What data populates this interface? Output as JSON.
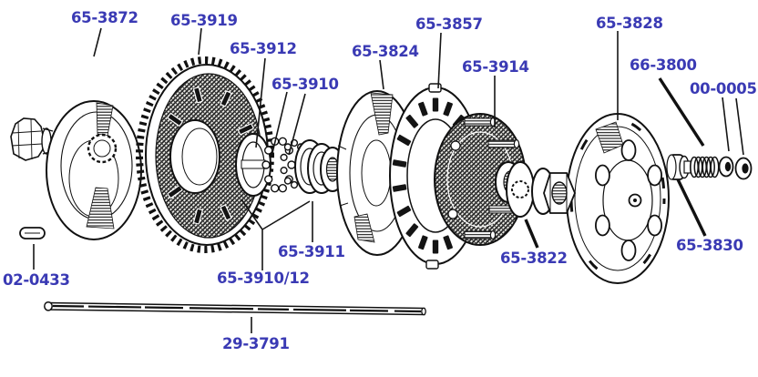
{
  "diagram": {
    "type": "exploded-parts-diagram",
    "labels": [
      "65-3872",
      "65-3919",
      "65-3912",
      "65-3910",
      "65-3824",
      "65-3857",
      "65-3914",
      "65-3828",
      "66-3800",
      "00-0005",
      "02-0433",
      "65-3910/12",
      "65-3911",
      "65-3822",
      "65-3830",
      "29-3791"
    ],
    "colors": {
      "label_text": "#3a3ab4",
      "line_art": "#111111",
      "background": "#ffffff"
    }
  }
}
